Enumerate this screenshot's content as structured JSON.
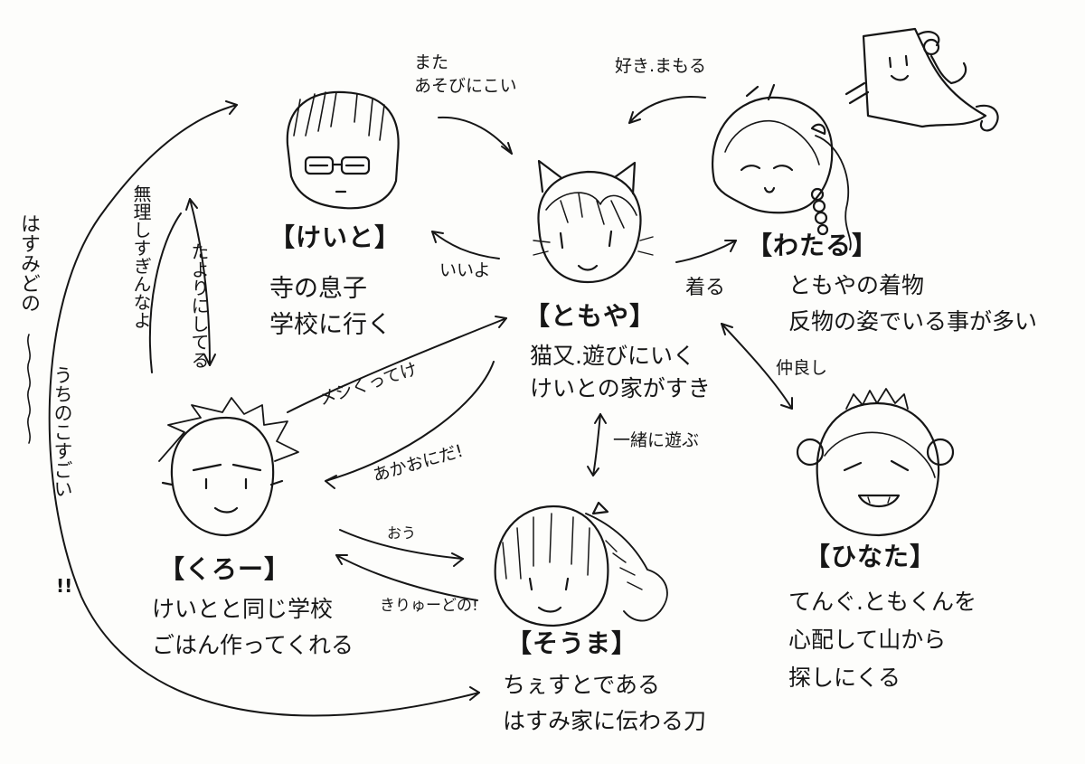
{
  "characters": {
    "keito": {
      "name": "【けいと】",
      "desc": [
        "寺の息子",
        "学校に行く"
      ]
    },
    "tomoya": {
      "name": "【ともや】",
      "desc": [
        "猫又.遊びにいく",
        "けいとの家がすき"
      ]
    },
    "wataru": {
      "name": "【わたる】",
      "desc": [
        "ともやの着物",
        "反物の姿でいる事が多い"
      ]
    },
    "kuro": {
      "name": "【くろー】",
      "desc": [
        "けいとと同じ学校",
        "ごはん作ってくれる"
      ]
    },
    "souma": {
      "name": "【そうま】",
      "desc": [
        "ちぇすとである",
        "はすみ家に伝わる刀"
      ]
    },
    "hinata": {
      "name": "【ひなた】",
      "desc": [
        "てんぐ.ともくんを",
        "心配して山から",
        "探しにくる"
      ]
    }
  },
  "edges": {
    "mata": [
      "また",
      "あそびにこい"
    ],
    "suki_mamoru": "好き.まもる",
    "iiyo": "いいよ",
    "kiru": "着る",
    "nakayoshi": "仲良し",
    "issho": "一緒に遊ぶ",
    "meshi": "メシくってけ",
    "akaoni": "あかおにだ!",
    "ou": "おう",
    "kiryu": "きりゅーどの!",
    "muri": "無理しすぎんなよ",
    "tayori": "たよりにしてる",
    "hasumi": "はすみどの",
    "uchino": "うちのこすごい",
    "bang": "!!"
  }
}
